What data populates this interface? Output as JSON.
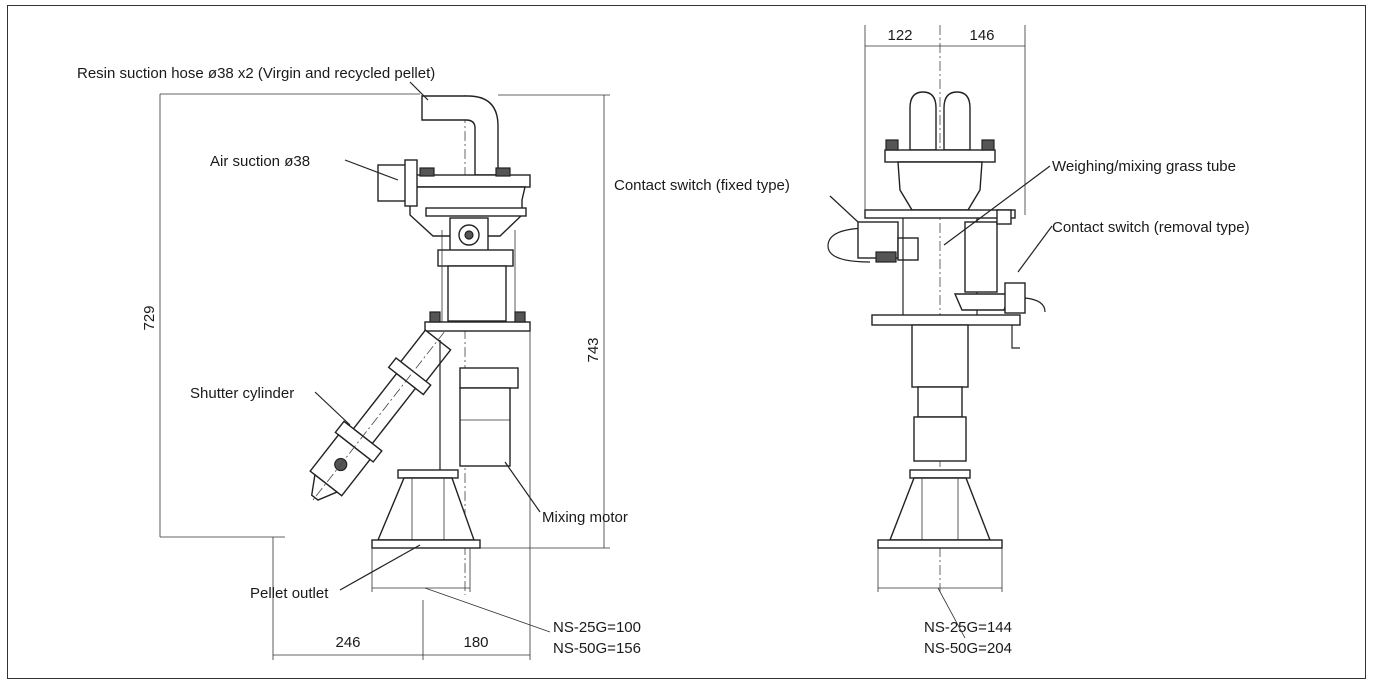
{
  "labels": {
    "resin_hose": "Resin suction hose ø38 x2 (Virgin and recycled pellet)",
    "air_suction": "Air suction ø38",
    "shutter_cylinder": "Shutter cylinder",
    "mixing_motor": "Mixing motor",
    "pellet_outlet": "Pellet outlet",
    "contact_fixed": "Contact switch (fixed type)",
    "weighing_tube": "Weighing/mixing grass tube",
    "contact_removal": "Contact switch (removal type)"
  },
  "dimensions": {
    "left_height": "729",
    "right_height": "743",
    "bottom_left": "246",
    "bottom_right": "180",
    "left_base_25g": "NS-25G=100",
    "left_base_50g": "NS-50G=156",
    "top_left": "122",
    "top_right": "146",
    "right_base_25g": "NS-25G=144",
    "right_base_50g": "NS-50G=204"
  }
}
